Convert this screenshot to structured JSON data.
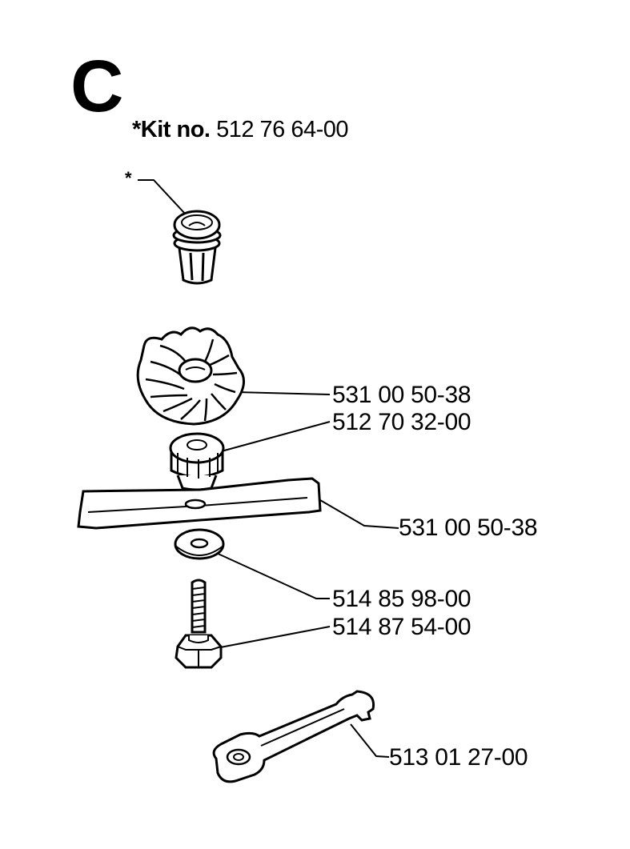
{
  "section_letter": "C",
  "kit": {
    "prefix": "*Kit no.",
    "number": "512 76 64-00"
  },
  "asterisk": "*",
  "parts": [
    {
      "id": "fan",
      "number": "531 00 50-38"
    },
    {
      "id": "hub",
      "number": "512 70 32-00"
    },
    {
      "id": "blade",
      "number": "531 00 50-38"
    },
    {
      "id": "washer",
      "number": "514 85 98-00"
    },
    {
      "id": "bolt",
      "number": "514 87 54-00"
    },
    {
      "id": "wrench",
      "number": "513 01 27-00"
    }
  ]
}
